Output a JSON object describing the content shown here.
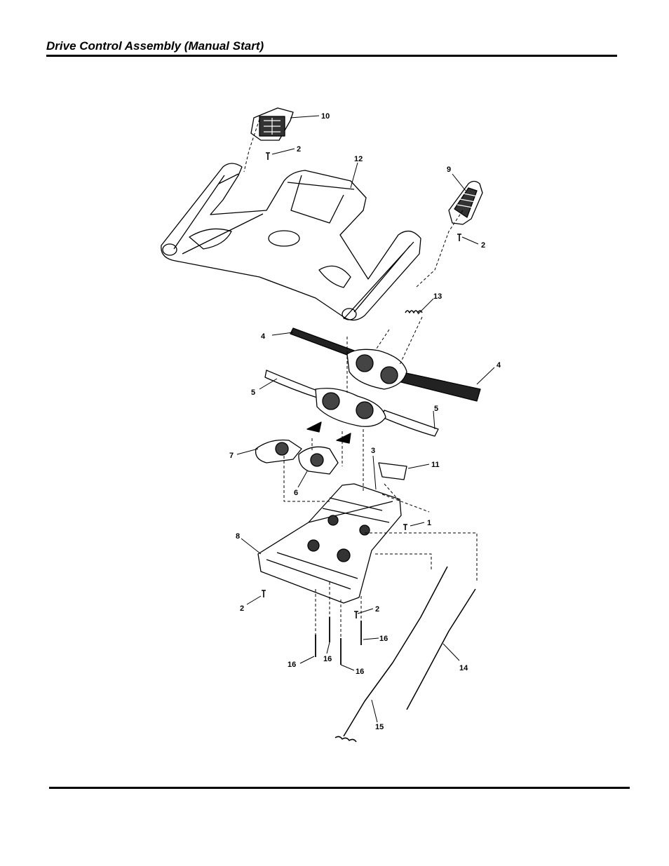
{
  "header": {
    "title": "Drive Control Assembly (Manual Start)"
  },
  "diagram": {
    "callouts": [
      "10",
      "2",
      "12",
      "9",
      "2",
      "13",
      "4",
      "4",
      "5",
      "5",
      "7",
      "6",
      "3",
      "11",
      "1",
      "8",
      "2",
      "2",
      "16",
      "16",
      "16",
      "16",
      "14",
      "15"
    ]
  }
}
